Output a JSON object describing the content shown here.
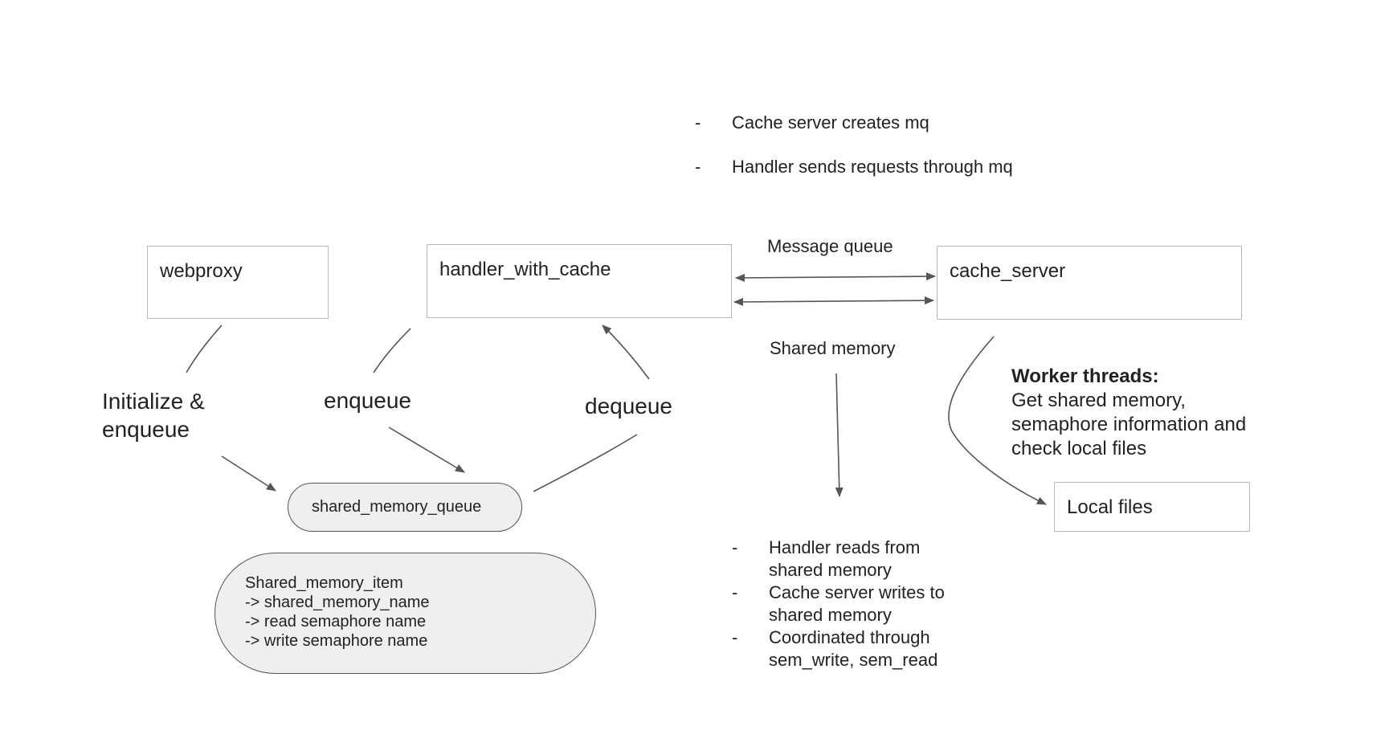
{
  "top_notes": {
    "marker": "-",
    "items": [
      "Cache server creates mq",
      "Handler sends requests through mq"
    ]
  },
  "nodes": {
    "webproxy": "webproxy",
    "handler": "handler_with_cache",
    "cache_server": "cache_server",
    "local_files": "Local files",
    "queue": "shared_memory_queue"
  },
  "edge_labels": {
    "init_enqueue": [
      "Initialize &",
      "enqueue"
    ],
    "enqueue": "enqueue",
    "dequeue": "dequeue",
    "message_queue": "Message queue",
    "shared_memory": "Shared memory"
  },
  "shared_memory_item": {
    "title": "Shared_memory_item",
    "fields": [
      "-> shared_memory_name",
      "-> read semaphore name",
      "-> write semaphore name"
    ]
  },
  "worker_threads": {
    "heading": "Worker threads:",
    "lines": [
      "Get shared memory,",
      "semaphore information and",
      "check local files"
    ]
  },
  "shared_memory_notes": {
    "marker": "-",
    "items": [
      [
        "Handler reads from",
        "shared memory"
      ],
      [
        "Cache server writes to",
        "shared memory"
      ],
      [
        "Coordinated through",
        "sem_write, sem_read"
      ]
    ]
  }
}
